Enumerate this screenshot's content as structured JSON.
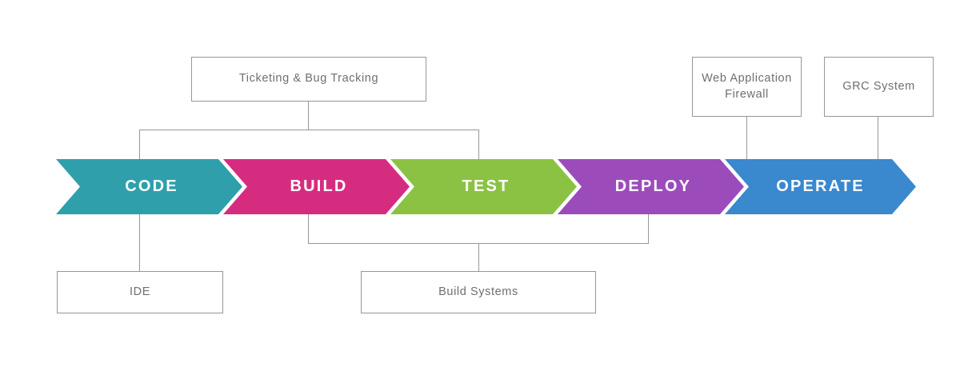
{
  "diagram": {
    "title": "DevOps pipeline with security and development tooling",
    "colors": {
      "line": "#979797",
      "box_text": "#6f6f6f",
      "stage_text": "#ffffff",
      "background": "#ffffff"
    },
    "stages": [
      {
        "label": "CODE",
        "color": "#2f9fab"
      },
      {
        "label": "BUILD",
        "color": "#d62c80"
      },
      {
        "label": "TEST",
        "color": "#8cc244"
      },
      {
        "label": "DEPLOY",
        "color": "#9b4cba"
      },
      {
        "label": "OPERATE",
        "color": "#3a88cd"
      }
    ],
    "tools": {
      "ticketing": {
        "label": "Ticketing & Bug Tracking",
        "connects_to": "CODE, TEST"
      },
      "waf": {
        "label": "Web Application Firewall",
        "connects_to": "OPERATE"
      },
      "grc": {
        "label": "GRC System",
        "connects_to": "OPERATE"
      },
      "ide": {
        "label": "IDE",
        "connects_to": "CODE"
      },
      "build_systems": {
        "label": "Build Systems",
        "connects_to": "BUILD, DEPLOY"
      }
    }
  }
}
